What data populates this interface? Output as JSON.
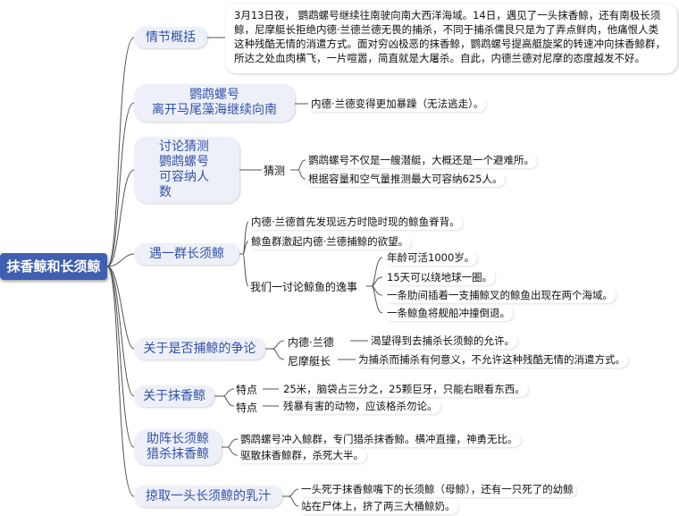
{
  "root": "抹香鲸和长须鲸",
  "topics": [
    "情节概括",
    "鹦鹉螺号\n离开马尾藻海继续向南",
    "讨论猜测\n鹦鹉螺号\n可容纳人\n数",
    "遇一群长须鲸",
    "关于是否捕鲸的争论",
    "关于抹香鲸",
    "助阵长须鲸\n猎杀抹香鲸",
    "掠取一头长须鲸的乳汁"
  ],
  "summary": "3月13日夜， 鹦鹉螺号继续往南驶向南大西洋海域。14日，遇见了一头抹香鲸，还有南极长须鲸，尼摩艇长拒绝内德·兰德兰德无畏的捕杀，不同于捕杀儒艮只是为了弄点鲜肉，他痛恨人类这种残酷无情的消遣方式。面对穷凶极恶的抹香鲸，鹦鹉螺号提高艇旋桨的转速冲向抹香鲸群，所达之处血肉横飞，一片喧嚣，简直就是大屠杀。自此，内德兰德对尼摩的态度越发不好。",
  "leaves": {
    "leave": "内德·兰德变得更加暴躁（无法逃走）。",
    "guess_label": "猜测",
    "guess": [
      "鹦鹉螺号不仅是一艘潜艇，大概还是一个避难所。",
      "根据容量和空气量推测最大可容纳625人。"
    ],
    "whales": [
      "内德·兰德首先发现远方时隐时现的鲸鱼脊背。",
      "鲸鱼群激起内德·兰德捕鲸的欲望。"
    ],
    "anecdote_label": "我们一讨论鲸鱼的逸事",
    "anecdotes": [
      "年龄可活1000岁。",
      "15天可以绕地球一圈。",
      "一条肋间插着一支捕鲸叉的鲸鱼出现在两个海域。",
      "一条鲸鱼将舰船冲撞倒退。"
    ],
    "debate": [
      {
        "who": "内德·兰德",
        "text": "渴望得到去捕杀长须鲸的允许。"
      },
      {
        "who": "尼摩艇长",
        "text": "为捕杀而捕杀有何意义，不允许这种残酷无情的消遣方式。"
      }
    ],
    "sperm": [
      {
        "label": "特点",
        "text": "25米，脑袋占三分之，25颗巨牙，只能右眼看东西。"
      },
      {
        "label": "特点",
        "text": "残暴有害的动物，应该格杀勿论。"
      }
    ],
    "help": [
      "鹦鹉螺号冲入鲸群，专门猎杀抹香鲸。横冲直撞，神勇无比。",
      "驱散抹香鲸群，杀死大半。"
    ],
    "milk": [
      "一头死于抹香鲸嘴下的长须鲸（母鲸），还有一只死了的幼鲸",
      "站在尸体上，挤了两三大桶鲸奶。"
    ]
  }
}
